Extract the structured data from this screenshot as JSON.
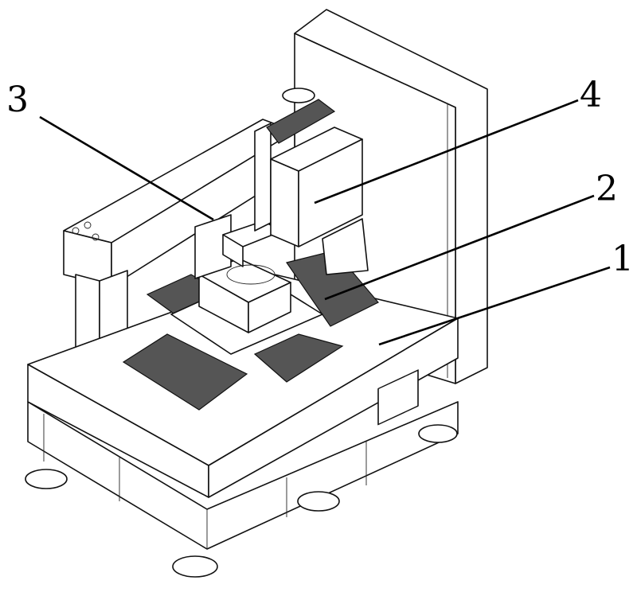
{
  "figure": {
    "labels": [
      {
        "id": "1",
        "text": "1"
      },
      {
        "id": "2",
        "text": "2"
      },
      {
        "id": "3",
        "text": "3"
      },
      {
        "id": "4",
        "text": "4"
      }
    ]
  }
}
